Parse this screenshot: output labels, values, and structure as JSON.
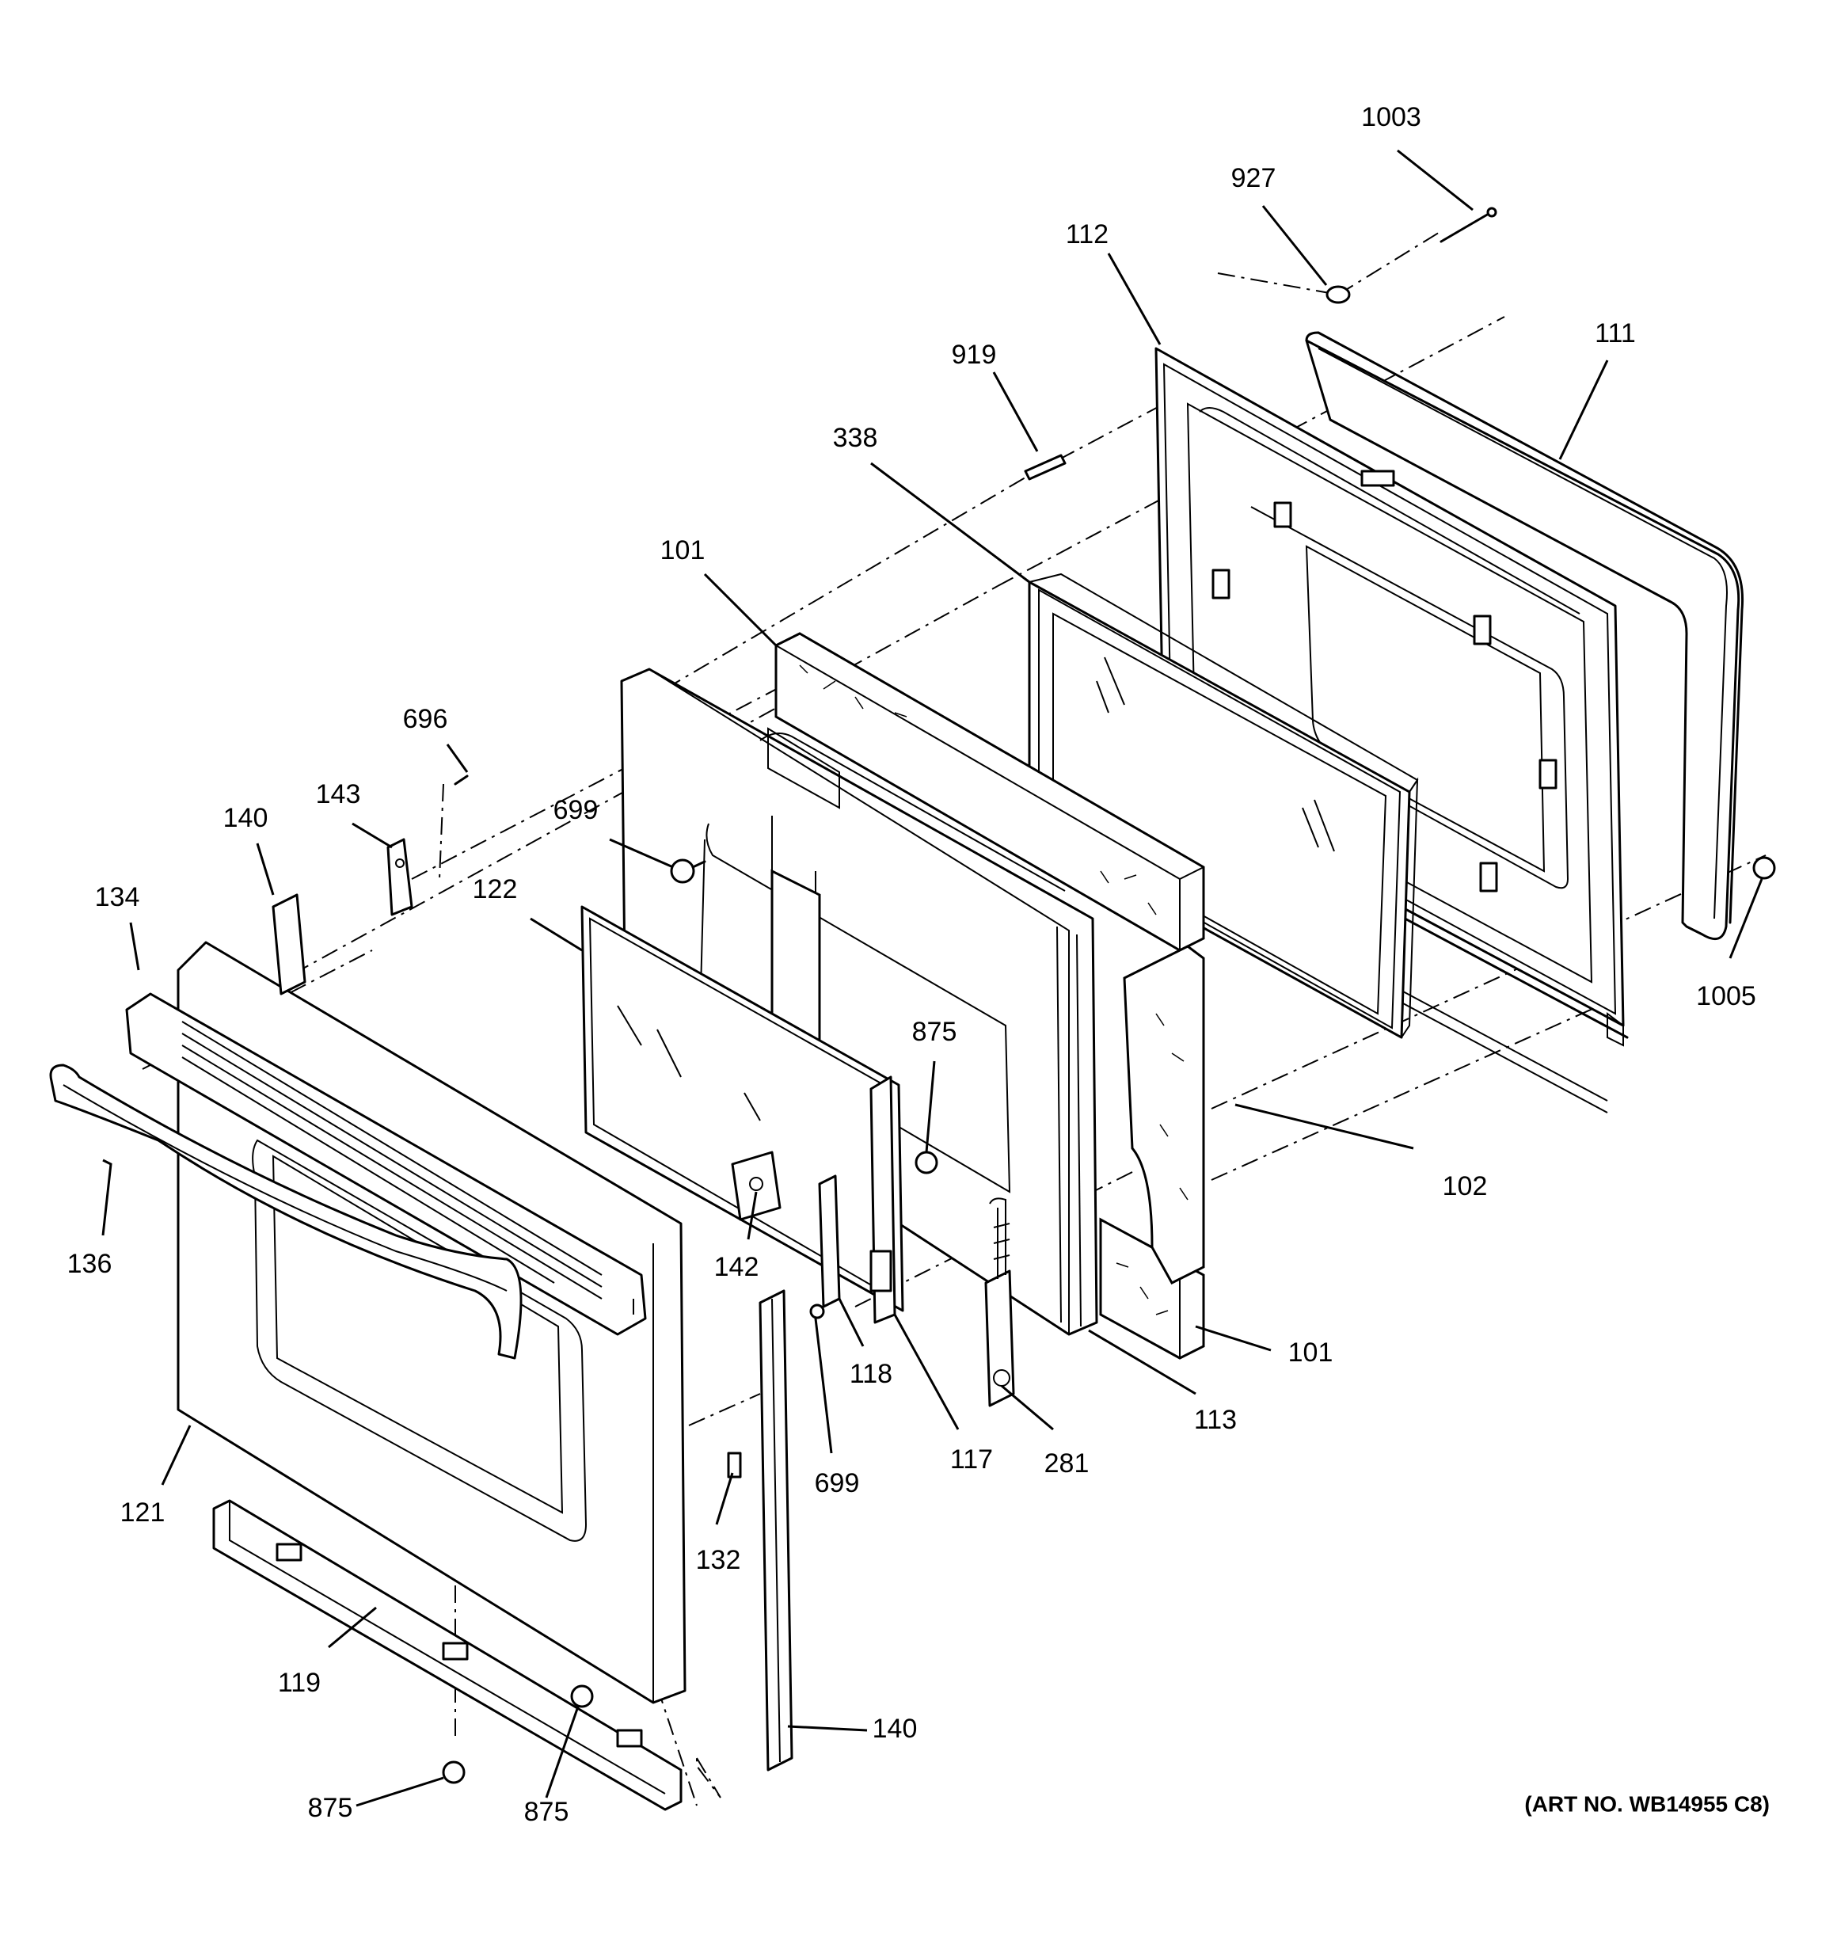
{
  "diagram": {
    "art_number": "(ART NO. WB14955 C8)",
    "callouts": [
      {
        "id": "c1003",
        "label": "1003"
      },
      {
        "id": "c927",
        "label": "927"
      },
      {
        "id": "c112",
        "label": "112"
      },
      {
        "id": "c111",
        "label": "111"
      },
      {
        "id": "c919",
        "label": "919"
      },
      {
        "id": "c338",
        "label": "338"
      },
      {
        "id": "c101a",
        "label": "101"
      },
      {
        "id": "c696",
        "label": "696"
      },
      {
        "id": "c143",
        "label": "143"
      },
      {
        "id": "c140a",
        "label": "140"
      },
      {
        "id": "c699a",
        "label": "699"
      },
      {
        "id": "c134",
        "label": "134"
      },
      {
        "id": "c122",
        "label": "122"
      },
      {
        "id": "c1005",
        "label": "1005"
      },
      {
        "id": "c875a",
        "label": "875"
      },
      {
        "id": "c102",
        "label": "102"
      },
      {
        "id": "c136",
        "label": "136"
      },
      {
        "id": "c142",
        "label": "142"
      },
      {
        "id": "c101b",
        "label": "101"
      },
      {
        "id": "c118",
        "label": "118"
      },
      {
        "id": "c113",
        "label": "113"
      },
      {
        "id": "c117",
        "label": "117"
      },
      {
        "id": "c281",
        "label": "281"
      },
      {
        "id": "c699b",
        "label": "699"
      },
      {
        "id": "c121",
        "label": "121"
      },
      {
        "id": "c132",
        "label": "132"
      },
      {
        "id": "c119",
        "label": "119"
      },
      {
        "id": "c140b",
        "label": "140"
      },
      {
        "id": "c875b",
        "label": "875"
      },
      {
        "id": "c875c",
        "label": "875"
      }
    ]
  }
}
